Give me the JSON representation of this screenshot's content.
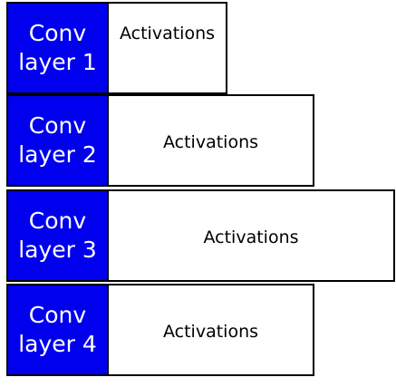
{
  "colors": {
    "conv_fill": "#0000ee",
    "border": "#000000",
    "activation_fill": "#ffffff"
  },
  "rows": [
    {
      "conv_line1": "Conv",
      "conv_line2": "layer 1",
      "activation": "Activations"
    },
    {
      "conv_line1": "Conv",
      "conv_line2": "layer 2",
      "activation": "Activations"
    },
    {
      "conv_line1": "Conv",
      "conv_line2": "layer 3",
      "activation": "Activations"
    },
    {
      "conv_line1": "Conv",
      "conv_line2": "layer 4",
      "activation": "Activations"
    }
  ]
}
